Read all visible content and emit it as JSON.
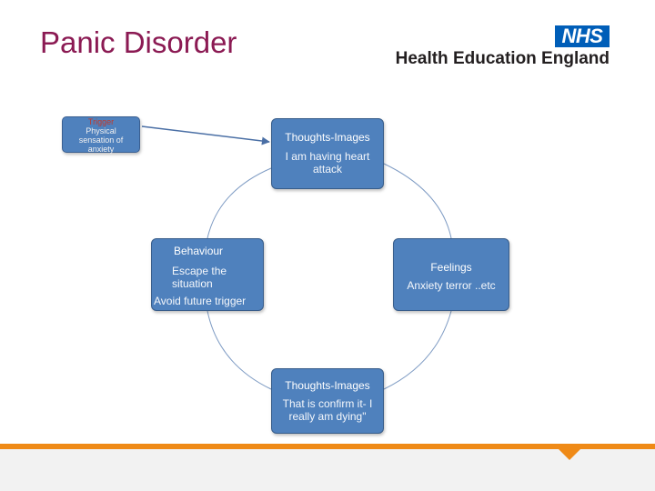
{
  "slide": {
    "title": "Panic Disorder",
    "logo": {
      "nhs": "NHS",
      "org": "Health Education England"
    }
  },
  "diagram": {
    "trigger": {
      "heading": "Trigger",
      "lines": [
        "Physical",
        "sensation of",
        "anxiety"
      ]
    },
    "thoughts_top": {
      "heading": "Thoughts-Images",
      "text": "I am having heart attack"
    },
    "behaviour": {
      "heading": "Behaviour",
      "lines": [
        "Escape the situation",
        "Avoid future trigger"
      ]
    },
    "feelings": {
      "heading": "Feelings",
      "text": "Anxiety terror ..etc"
    },
    "thoughts_bottom": {
      "heading": "Thoughts-Images",
      "text": "That is confirm it- I really am dying\""
    }
  },
  "colors": {
    "title": "#8b1a53",
    "box_fill": "#4f81bd",
    "nhs_blue": "#005eb8",
    "footer_orange": "#ef8a17",
    "trigger_heading": "#c0392b"
  }
}
